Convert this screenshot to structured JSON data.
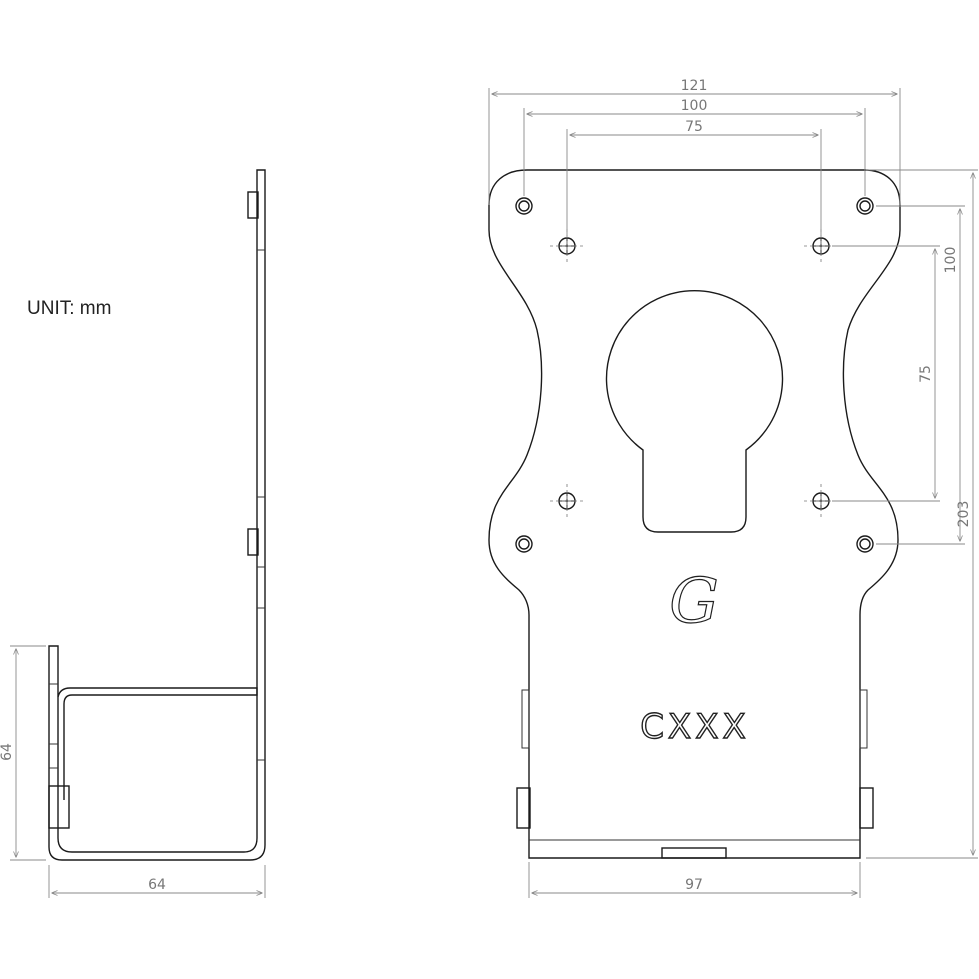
{
  "unit_label": "UNIT: mm",
  "front_view": {
    "dim_overall_width": "121",
    "dim_vesa_100_horizontal": "100",
    "dim_vesa_75_horizontal": "75",
    "dim_vesa_100_vertical": "100",
    "dim_vesa_75_vertical": "75",
    "dim_overall_height": "203",
    "dim_bottom_width": "97",
    "logo_mark": "G",
    "model_text": "CXXX"
  },
  "side_view": {
    "dim_depth": "64",
    "dim_height": "64"
  }
}
